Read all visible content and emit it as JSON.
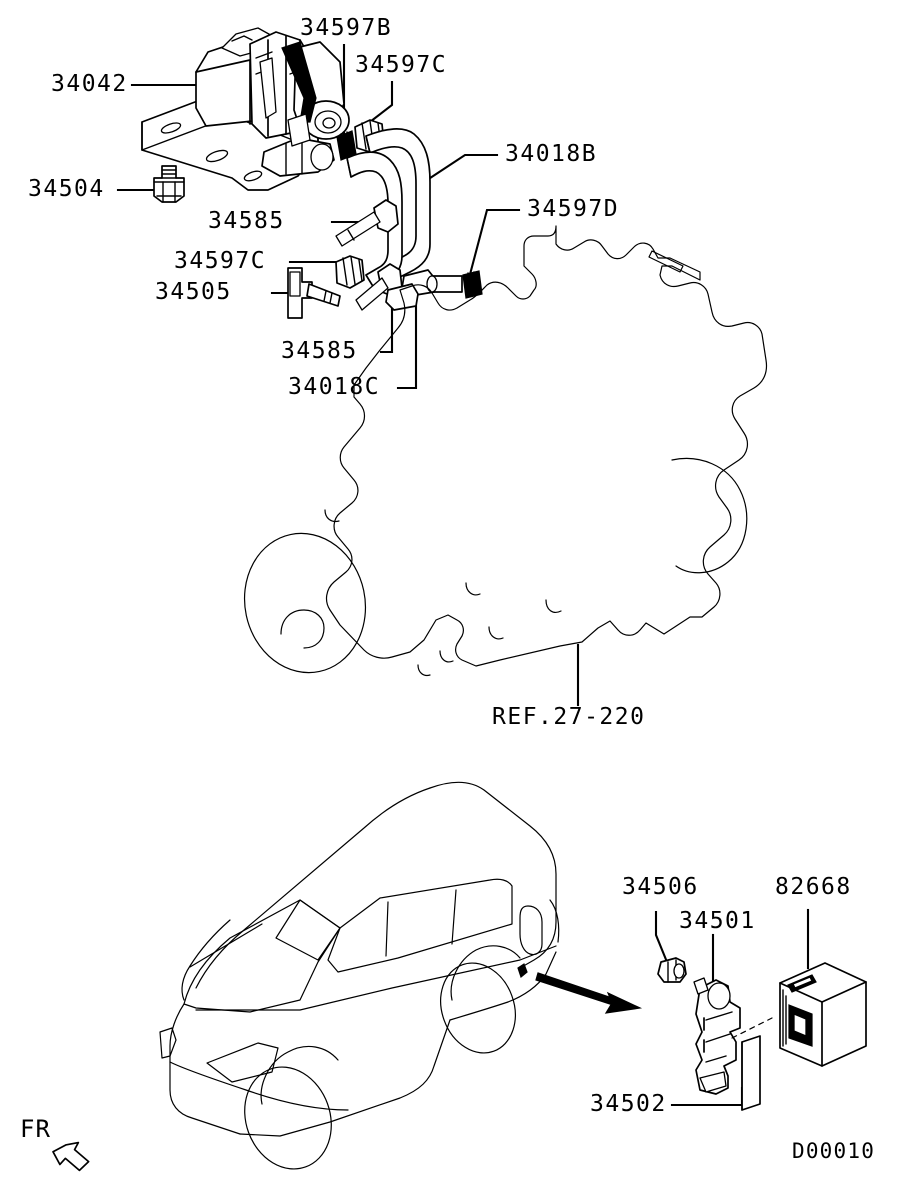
{
  "diagram": {
    "code": "D00010",
    "direction_marker": "FR",
    "reference": "REF.27-220",
    "title_parts": [
      "34042",
      "34504",
      "34597B",
      "34597C",
      "34018B",
      "34585",
      "34597D",
      "34505",
      "34018C",
      "34506",
      "34501",
      "82668",
      "34502"
    ]
  },
  "top_view": {
    "labels": [
      {
        "id": "part-34042",
        "text": "34042"
      },
      {
        "id": "part-34597B",
        "text": "34597B"
      },
      {
        "id": "part-34597C-top",
        "text": "34597C"
      },
      {
        "id": "part-34018B",
        "text": "34018B"
      },
      {
        "id": "part-34504",
        "text": "34504"
      },
      {
        "id": "part-34585-upper",
        "text": "34585"
      },
      {
        "id": "part-34597D",
        "text": "34597D"
      },
      {
        "id": "part-34597C-low",
        "text": "34597C"
      },
      {
        "id": "part-34505",
        "text": "34505"
      },
      {
        "id": "part-34585-lower",
        "text": "34585"
      },
      {
        "id": "part-34018C",
        "text": "34018C"
      },
      {
        "id": "ref-27-220",
        "text": "REF.27-220"
      }
    ]
  },
  "bottom_view": {
    "labels": [
      {
        "id": "part-34506",
        "text": "34506"
      },
      {
        "id": "part-34501",
        "text": "34501"
      },
      {
        "id": "part-82668",
        "text": "82668"
      },
      {
        "id": "part-34502",
        "text": "34502"
      }
    ],
    "direction": "FR",
    "drawing_code": "D00010"
  },
  "colors": {
    "line": "#000000",
    "background": "#ffffff"
  }
}
